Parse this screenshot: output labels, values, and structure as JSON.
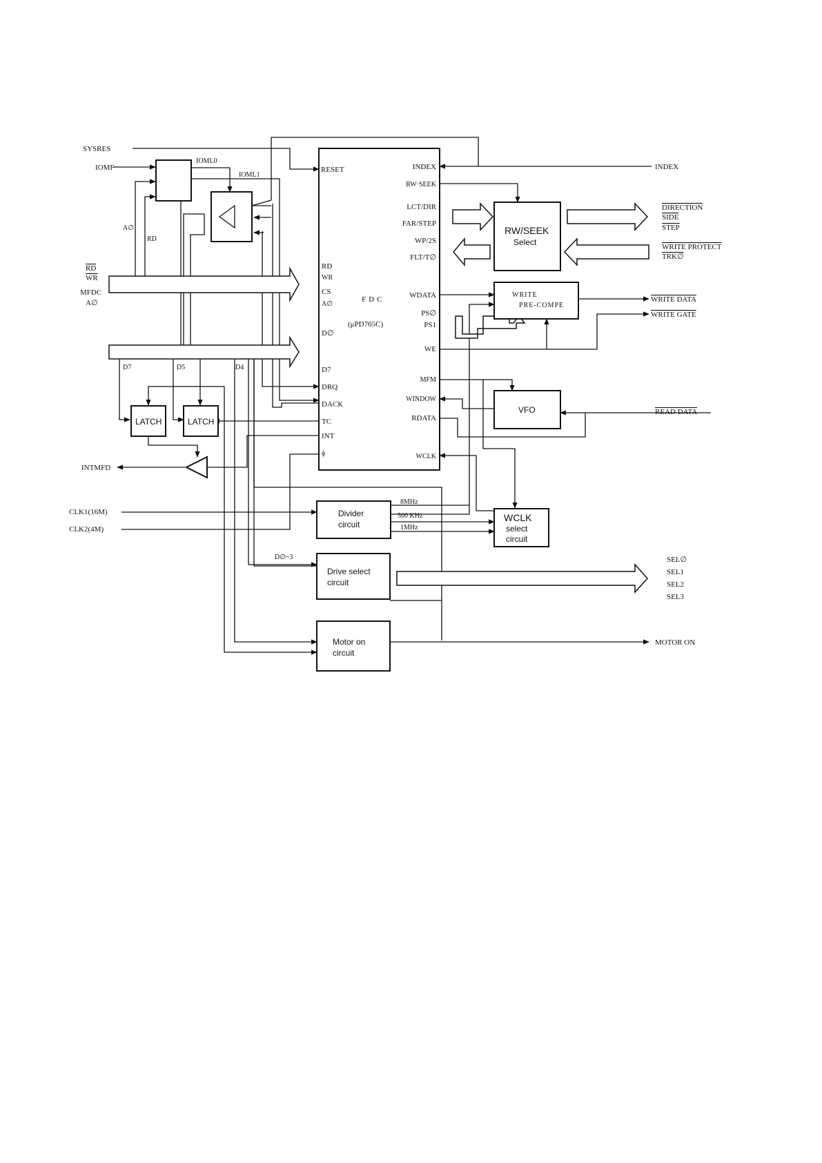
{
  "left_signals": {
    "sysres": "SYSRES",
    "iomf": "IOMF",
    "a0": "A∅",
    "rd": "RD",
    "rd_bar": "RD",
    "wr_bar": "WR",
    "mfdc": "MFDC",
    "a0_2": "A∅",
    "intmfd": "INTMFD",
    "clk1": "CLK1(16M)",
    "clk2": "CLK2(4M)"
  },
  "internal": {
    "ioml0": "IOML0",
    "ioml1": "IOML1",
    "d7": "D7",
    "d5": "D5",
    "d4": "D4",
    "d0_3": "D∅~3",
    "latch1": "LATCH",
    "latch2": "LATCH"
  },
  "fdc": {
    "title": "FDC",
    "part": "(μPD765C)",
    "left_pins": [
      "RESET",
      "RD",
      "WR",
      "CS",
      "A∅",
      "D∅",
      "D7",
      "DRQ",
      "DACK",
      "TC",
      "INT",
      "ϕ"
    ],
    "right_pins": [
      "INDEX",
      "RW·SEEK",
      "LCT/DIR",
      "FAR/STEP",
      "WP/2S",
      "FLT/T∅",
      "WDATA",
      "PS∅",
      "PS1",
      "WE",
      "MFM",
      "WINDOW",
      "RDATA",
      "WCLK"
    ]
  },
  "blocks": {
    "rwseek": [
      "RW/SEEK",
      "Select"
    ],
    "write_precomp": [
      "WRITE",
      "PRE-COMPE"
    ],
    "vfo": "VFO",
    "divider": [
      "Divider",
      "circuit"
    ],
    "wclk": [
      "WCLK",
      "select",
      "circuit"
    ],
    "drive_select": [
      "Drive select",
      "circuit"
    ],
    "motor_on": [
      "Motor on",
      "circuit"
    ]
  },
  "freqs": [
    "8MHz",
    "500 KHz",
    "1MHz"
  ],
  "right_signals": {
    "index": "INDEX",
    "direction": "DIRECTION",
    "side": "SIDE",
    "step": "STEP",
    "write_protect": "WRITE PROTECT",
    "trk0": "TRK∅",
    "write_data": "WRITE DATA",
    "write_gate": "WRITE GATE",
    "read_data": "READ DATA",
    "sel": [
      "SEL∅",
      "SEL1",
      "SEL2",
      "SEL3"
    ],
    "motor_on": "MOTOR ON"
  }
}
